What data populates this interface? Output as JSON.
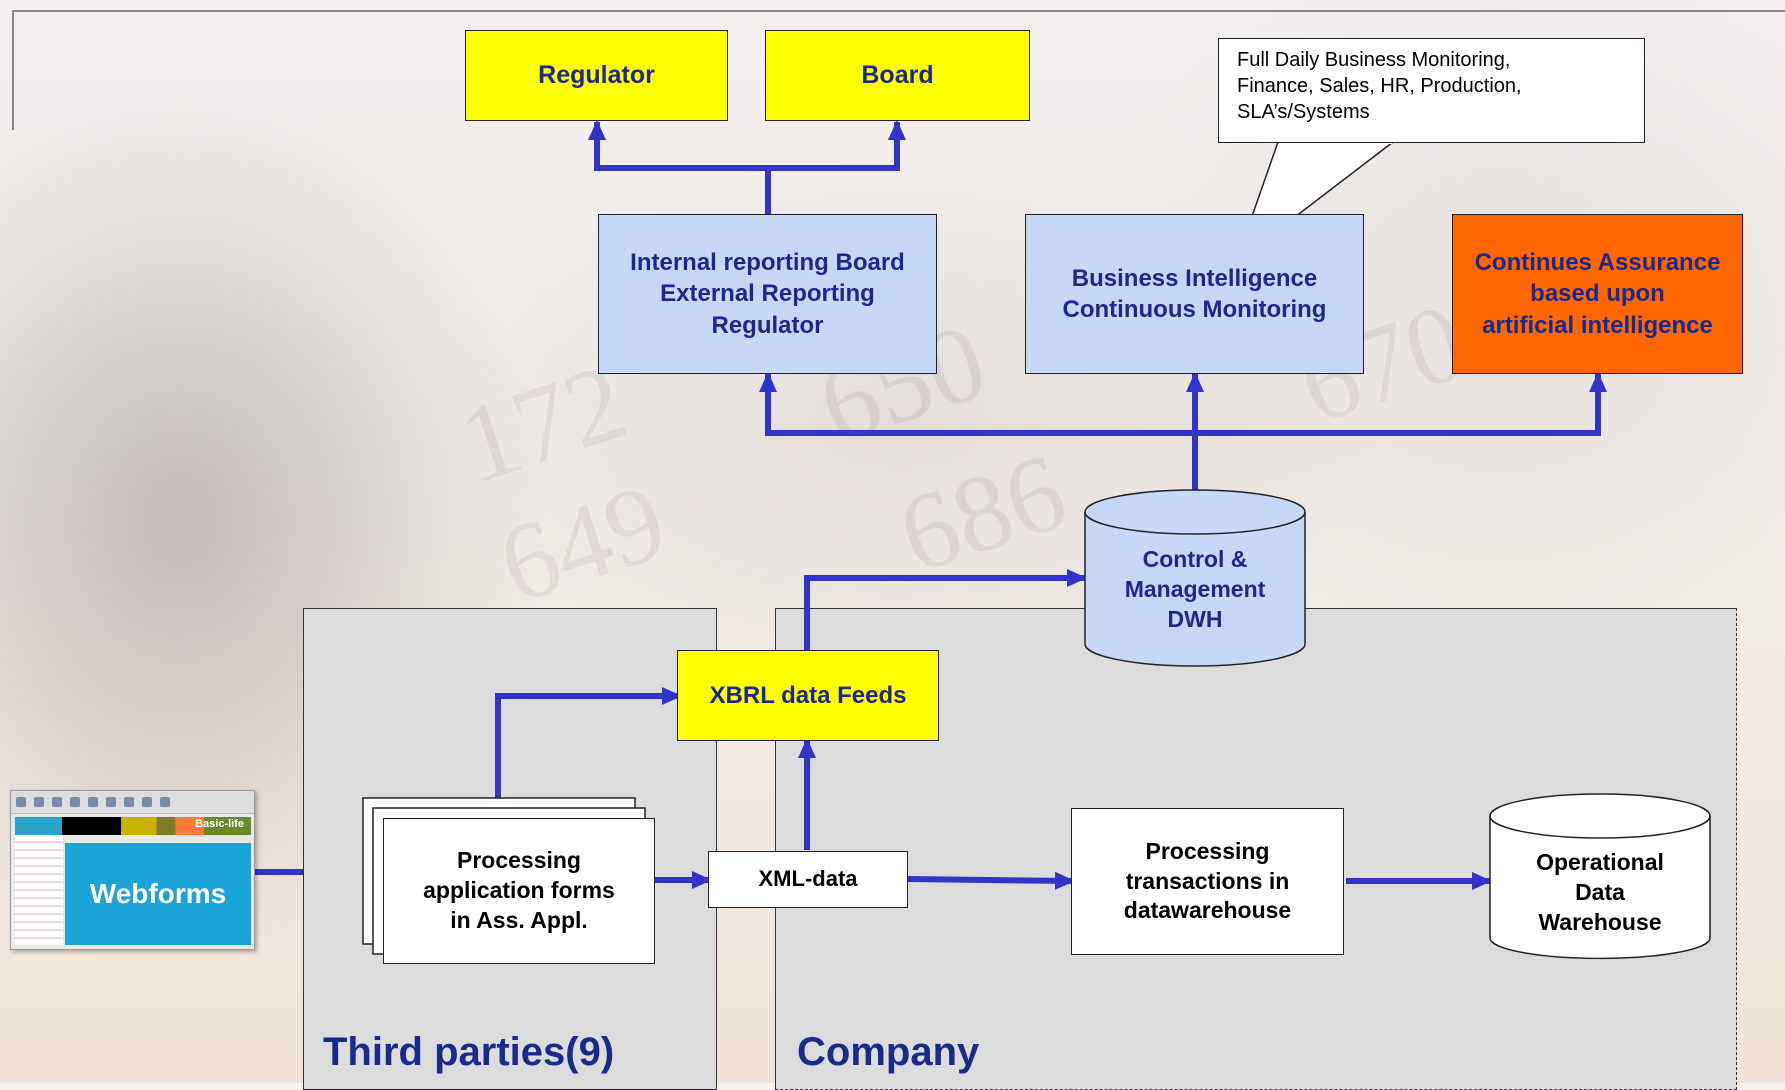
{
  "nodes": {
    "regulator": "Regulator",
    "board": "Board",
    "internal_reporting": "Internal reporting Board\nExternal Reporting\nRegulator",
    "business_intelligence": "Business Intelligence\nContinuous Monitoring",
    "continuous_assurance": "Continues Assurance\nbased upon\nartificial intelligence",
    "callout": "Full Daily Business Monitoring,\nFinance, Sales, HR, Production,\nSLA’s/Systems",
    "dwh": "Control &\nManagement\nDWH",
    "xbrl_feeds": "XBRL data Feeds",
    "processing_forms": "Processing\napplication forms\nin Ass. Appl.",
    "xml_data": "XML-data",
    "processing_transactions": "Processing\ntransactions in\ndatawarehouse",
    "operational_dw": "Operational\nData\nWarehouse",
    "webforms": "Webforms",
    "webforms_brand": "Basic-life"
  },
  "panels": {
    "third_parties": "Third parties(9)",
    "company": "Company"
  },
  "colors": {
    "connector": "#3333cc",
    "yellow": "#ffff00",
    "light_blue": "#c7d7f7",
    "orange": "#ff6600",
    "title_text": "#1a2a8c",
    "panel": "#dcdcdc"
  }
}
